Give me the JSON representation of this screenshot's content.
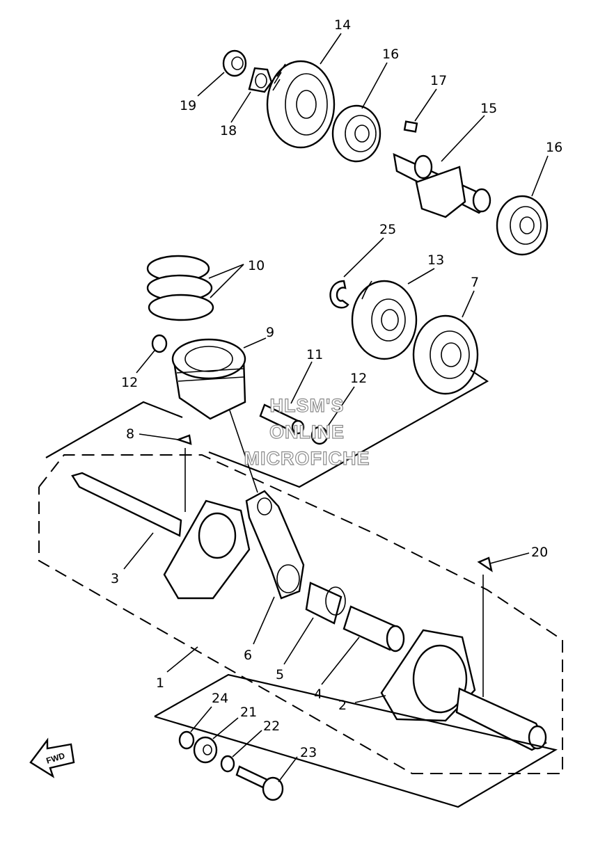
{
  "labels": {
    "l1": "1",
    "l2": "2",
    "l3": "3",
    "l4": "4",
    "l5": "5",
    "l6": "6",
    "l7": "7",
    "l8": "8",
    "l9": "9",
    "l10": "10",
    "l11": "11",
    "l12a": "12",
    "l12b": "12",
    "l13": "13",
    "l14": "14",
    "l15": "15",
    "l16a": "16",
    "l16b": "16",
    "l17": "17",
    "l18": "18",
    "l19": "19",
    "l20": "20",
    "l21": "21",
    "l22": "22",
    "l23": "23",
    "l24": "24",
    "l25": "25"
  },
  "watermark": {
    "line1": "HLSM'S",
    "line2": "ONLINE",
    "line3": "MICROFICHE"
  },
  "fwd_label": "FWD"
}
